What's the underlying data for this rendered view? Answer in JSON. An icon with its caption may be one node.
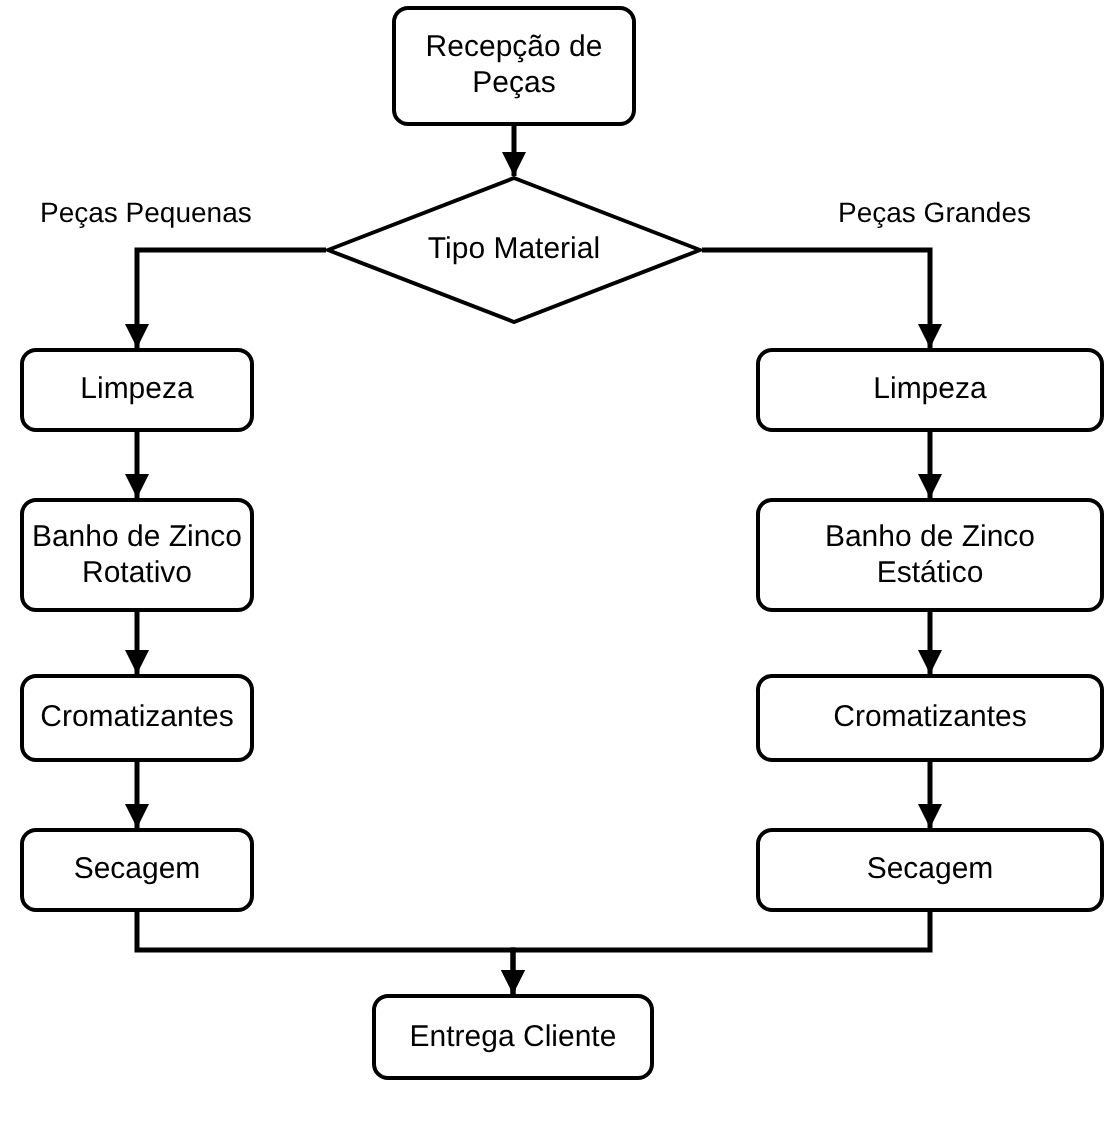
{
  "diagram": {
    "nodes": [
      {
        "text": [
          "Recepção de Peças"
        ]
      },
      {
        "text": [
          "Tipo Material"
        ]
      },
      {
        "text": [
          "Limpeza"
        ]
      },
      {
        "text": [
          "Banho de Zinco Rotativo"
        ]
      },
      {
        "text": [
          "Cromatizantes"
        ]
      },
      {
        "text": [
          "Secagem"
        ]
      },
      {
        "text": [
          "Limpeza"
        ]
      },
      {
        "text": [
          "Banho de Zinco Estático"
        ]
      },
      {
        "text": [
          "Cromatizantes"
        ]
      },
      {
        "text": [
          "Secagem"
        ]
      },
      {
        "text": [
          "Entrega Cliente"
        ]
      }
    ],
    "edges": [
      {
        "from": 0,
        "to": 1,
        "arrow": "to"
      },
      {
        "from": 1,
        "to": 2,
        "arrow": "to",
        "label": "Peças Pequenas"
      },
      {
        "from": 1,
        "to": 6,
        "arrow": "to",
        "label": "Peças Grandes"
      },
      {
        "from": 2,
        "to": 3,
        "arrow": "to"
      },
      {
        "from": 3,
        "to": 4,
        "arrow": "to"
      },
      {
        "from": 4,
        "to": 5,
        "arrow": "to"
      },
      {
        "from": 6,
        "to": 7,
        "arrow": "to"
      },
      {
        "from": 7,
        "to": 8,
        "arrow": "to"
      },
      {
        "from": 8,
        "to": 9,
        "arrow": "to"
      },
      {
        "from": 5,
        "to": 10,
        "arrow": "to"
      },
      {
        "from": 9,
        "to": 10,
        "arrow": "to"
      }
    ]
  }
}
